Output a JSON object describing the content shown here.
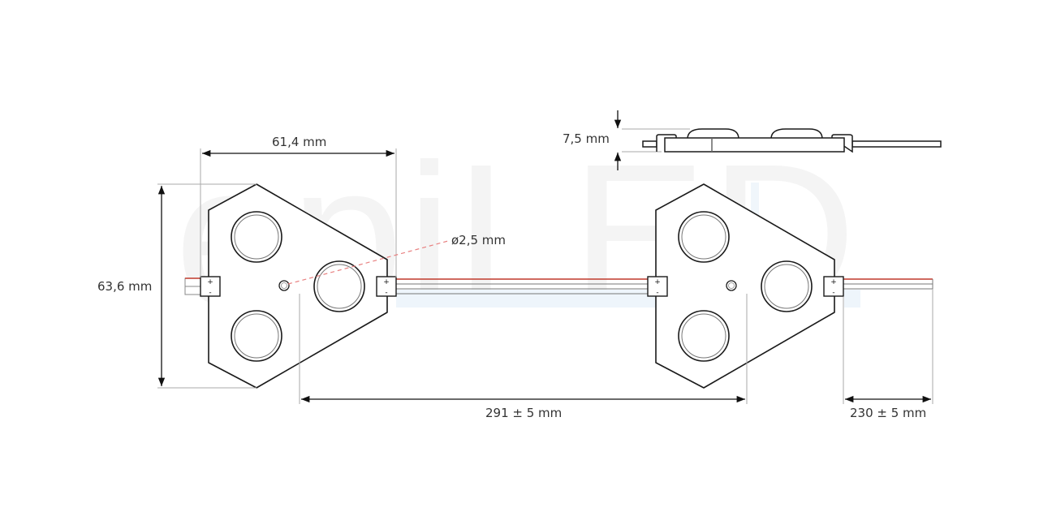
{
  "watermark": "epiLED",
  "dimensions": {
    "width": "61,4 mm",
    "height": "63,6 mm",
    "thickness": "7,5 mm",
    "hole": "ø2,5 mm",
    "pitch": "291 ± 5 mm",
    "lead": "230 ± 5 mm"
  },
  "connector": {
    "plus": "+",
    "minus": "-"
  },
  "colors": {
    "line": "#1a1a1a",
    "dim_line": "#999999",
    "red_wire": "#c0392b",
    "leader": "#e88080"
  }
}
